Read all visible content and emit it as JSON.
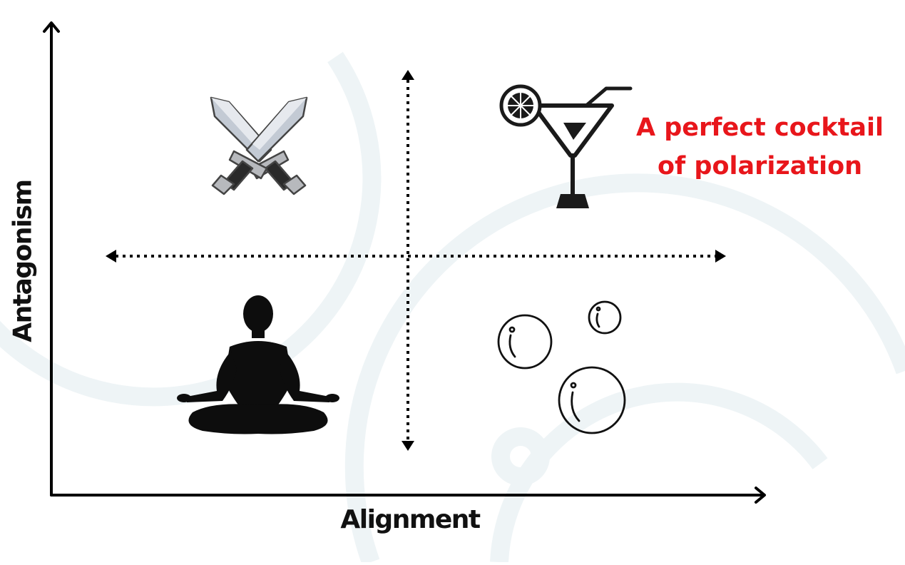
{
  "axes": {
    "x_label": "Alignment",
    "y_label": "Antagonism"
  },
  "callout": {
    "line1": "A perfect cocktail",
    "line2": "of polarization",
    "color": "#e8161b"
  },
  "quadrants": {
    "top_left": {
      "icon": "crossed-swords-icon"
    },
    "top_right": {
      "icon": "cocktail-glass-icon"
    },
    "bottom_left": {
      "icon": "meditation-figure-icon"
    },
    "bottom_right": {
      "icon": "bubbles-icon"
    }
  },
  "colors": {
    "ink": "#111111",
    "watermark": "#eef4f6"
  }
}
